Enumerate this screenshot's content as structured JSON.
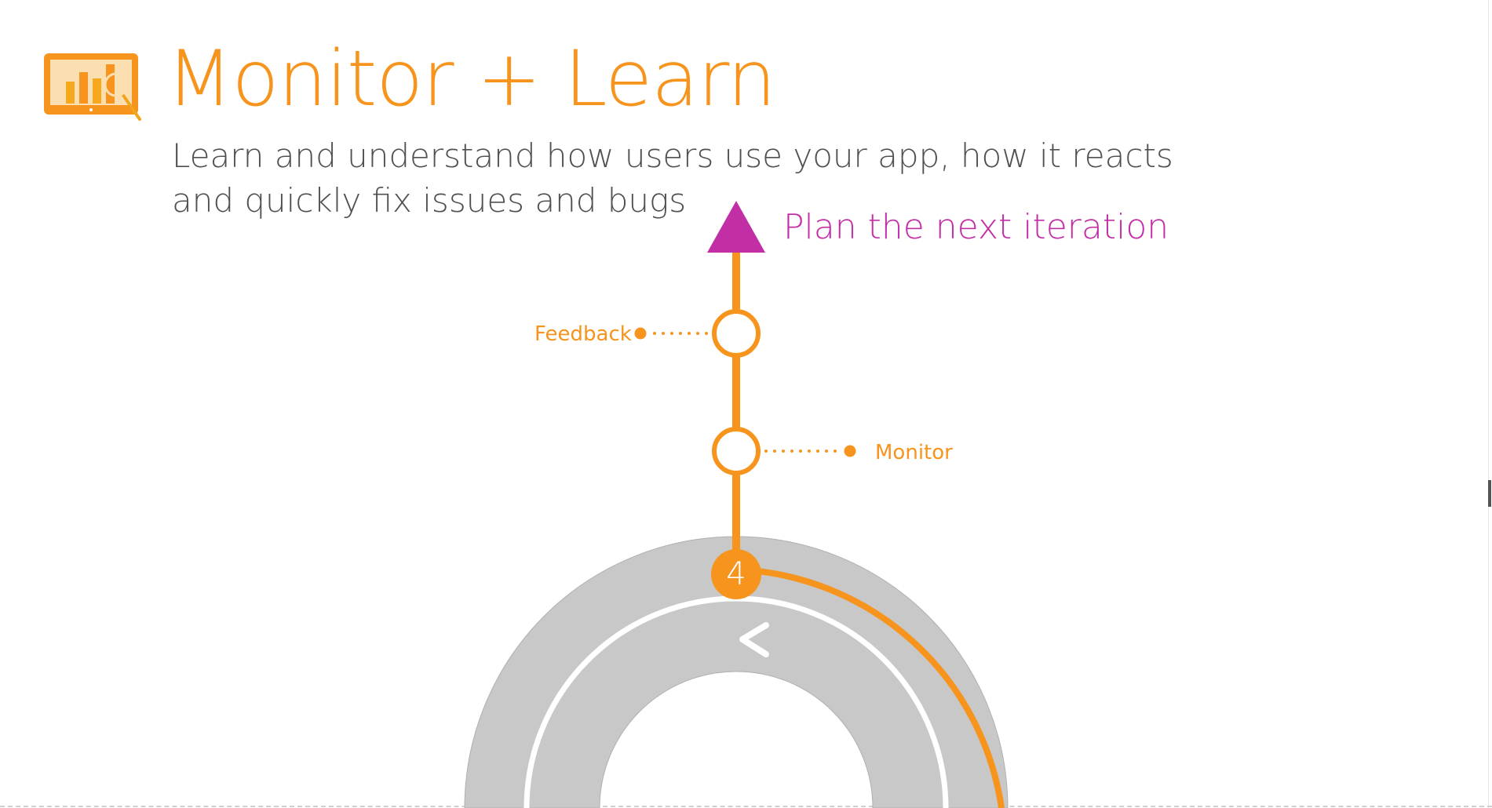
{
  "slide": {
    "title": "Monitor + Learn",
    "subtitle_lines": [
      "Learn and understand how users use your app, how it reacts",
      "and quickly fix issues and bugs"
    ],
    "icon": "monitor-chart-magnifier-icon"
  },
  "diagram": {
    "goal_label": "Plan the next iteration",
    "milestones": [
      {
        "label": "Feedback",
        "side": "left"
      },
      {
        "label": "Monitor",
        "side": "right"
      }
    ],
    "step_number": "4",
    "cycle_direction": "counter-clockwise"
  },
  "colors": {
    "accent": "#f7941d",
    "goal": "#c12ea6",
    "ring": "#c8c8c8",
    "text": "#505050",
    "background": "#ffffff"
  }
}
